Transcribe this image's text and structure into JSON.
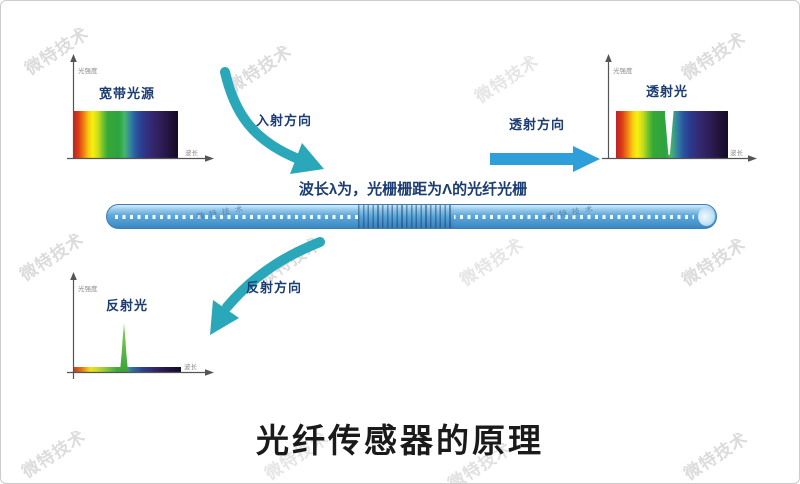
{
  "watermark": {
    "text": "微特技术"
  },
  "title": {
    "caption": "光纤传感器的原理"
  },
  "flow": {
    "incident_label": "入射方向",
    "transmitted_label": "透射方向",
    "reflected_label": "反射方向",
    "fiber_caption": "波长λ为，光栅栅距为Λ的光纤光栅"
  },
  "charts": {
    "source": {
      "title": "宽带光源",
      "xlabel": "波长",
      "ylabel": "光强度",
      "type": "continuous-spectrum"
    },
    "transmitted": {
      "title": "透射光",
      "xlabel": "波长",
      "ylabel": "光强度",
      "type": "spectrum-with-notch",
      "notch_position_pct": 47
    },
    "reflected": {
      "title": "反射光",
      "xlabel": "波长",
      "ylabel": "光强度",
      "type": "single-peak",
      "peak_position_pct": 47
    }
  },
  "colors": {
    "label_navy": "#1c3d74",
    "curved_arrow": "#2aa7b8",
    "straight_arrow": "#2e9fd8",
    "fiber_blue": "#5ea8dc",
    "peak_green": "#55b649",
    "title_black": "#1a1a1a"
  }
}
